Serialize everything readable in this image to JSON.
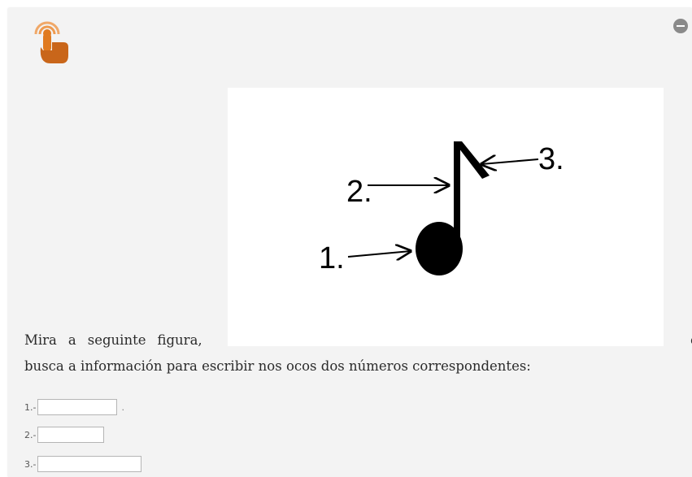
{
  "icons": {
    "hand": "touch-hand-icon",
    "collapse": "minus-circle-icon"
  },
  "colors": {
    "accent": "#e07a1f",
    "panel": "#f3f3f3"
  },
  "figure": {
    "labels": [
      "1.",
      "2.",
      "3."
    ]
  },
  "instruction": {
    "line1_words": [
      "Mira",
      "a",
      "seguinte",
      "figura,"
    ],
    "line1_end": "e",
    "line2": "busca a información para escribir nos ocos dos números correspondentes:"
  },
  "fields": [
    {
      "label": "1.-",
      "value": "",
      "suffix": "."
    },
    {
      "label": "2.-",
      "value": ""
    },
    {
      "label": "3.-",
      "value": ""
    }
  ]
}
